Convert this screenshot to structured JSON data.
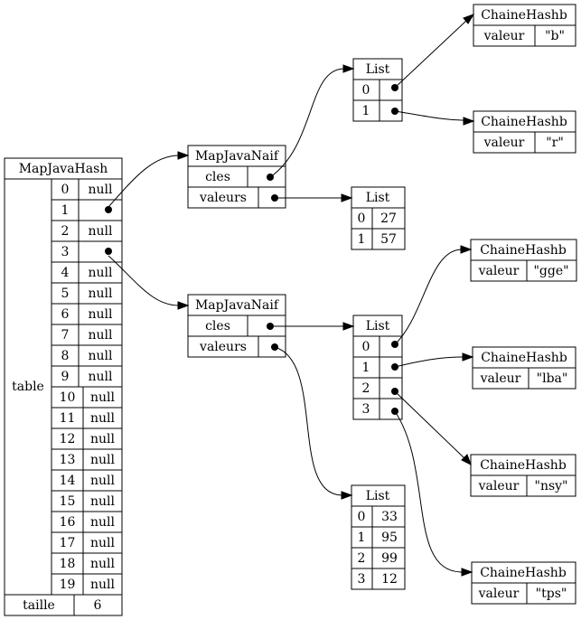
{
  "hash": {
    "title": "MapJavaHash",
    "table_label": "table",
    "size_label": "taille",
    "size_value": "6",
    "buckets": [
      "0",
      "1",
      "2",
      "3",
      "4",
      "5",
      "6",
      "7",
      "8",
      "9",
      "10",
      "11",
      "12",
      "13",
      "14",
      "15",
      "16",
      "17",
      "18",
      "19"
    ],
    "null_text": "null"
  },
  "naif_a": {
    "title": "MapJavaNaif",
    "keys_label": "cles",
    "values_label": "valeurs"
  },
  "naif_b": {
    "title": "MapJavaNaif",
    "keys_label": "cles",
    "values_label": "valeurs"
  },
  "list_keys_a": {
    "title": "List",
    "indices": [
      "0",
      "1"
    ]
  },
  "list_vals_a": {
    "title": "List",
    "indices": [
      "0",
      "1"
    ],
    "values": [
      "27",
      "57"
    ]
  },
  "list_keys_b": {
    "title": "List",
    "indices": [
      "0",
      "1",
      "2",
      "3"
    ]
  },
  "list_vals_b": {
    "title": "List",
    "indices": [
      "0",
      "1",
      "2",
      "3"
    ],
    "values": [
      "33",
      "95",
      "99",
      "12"
    ]
  },
  "strings": [
    {
      "title": "ChaineHashb",
      "label": "valeur",
      "value": "\"b\""
    },
    {
      "title": "ChaineHashb",
      "label": "valeur",
      "value": "\"r\""
    },
    {
      "title": "ChaineHashb",
      "label": "valeur",
      "value": "\"gge\""
    },
    {
      "title": "ChaineHashb",
      "label": "valeur",
      "value": "\"lba\""
    },
    {
      "title": "ChaineHashb",
      "label": "valeur",
      "value": "\"nsy\""
    },
    {
      "title": "ChaineHashb",
      "label": "valeur",
      "value": "\"tps\""
    }
  ]
}
